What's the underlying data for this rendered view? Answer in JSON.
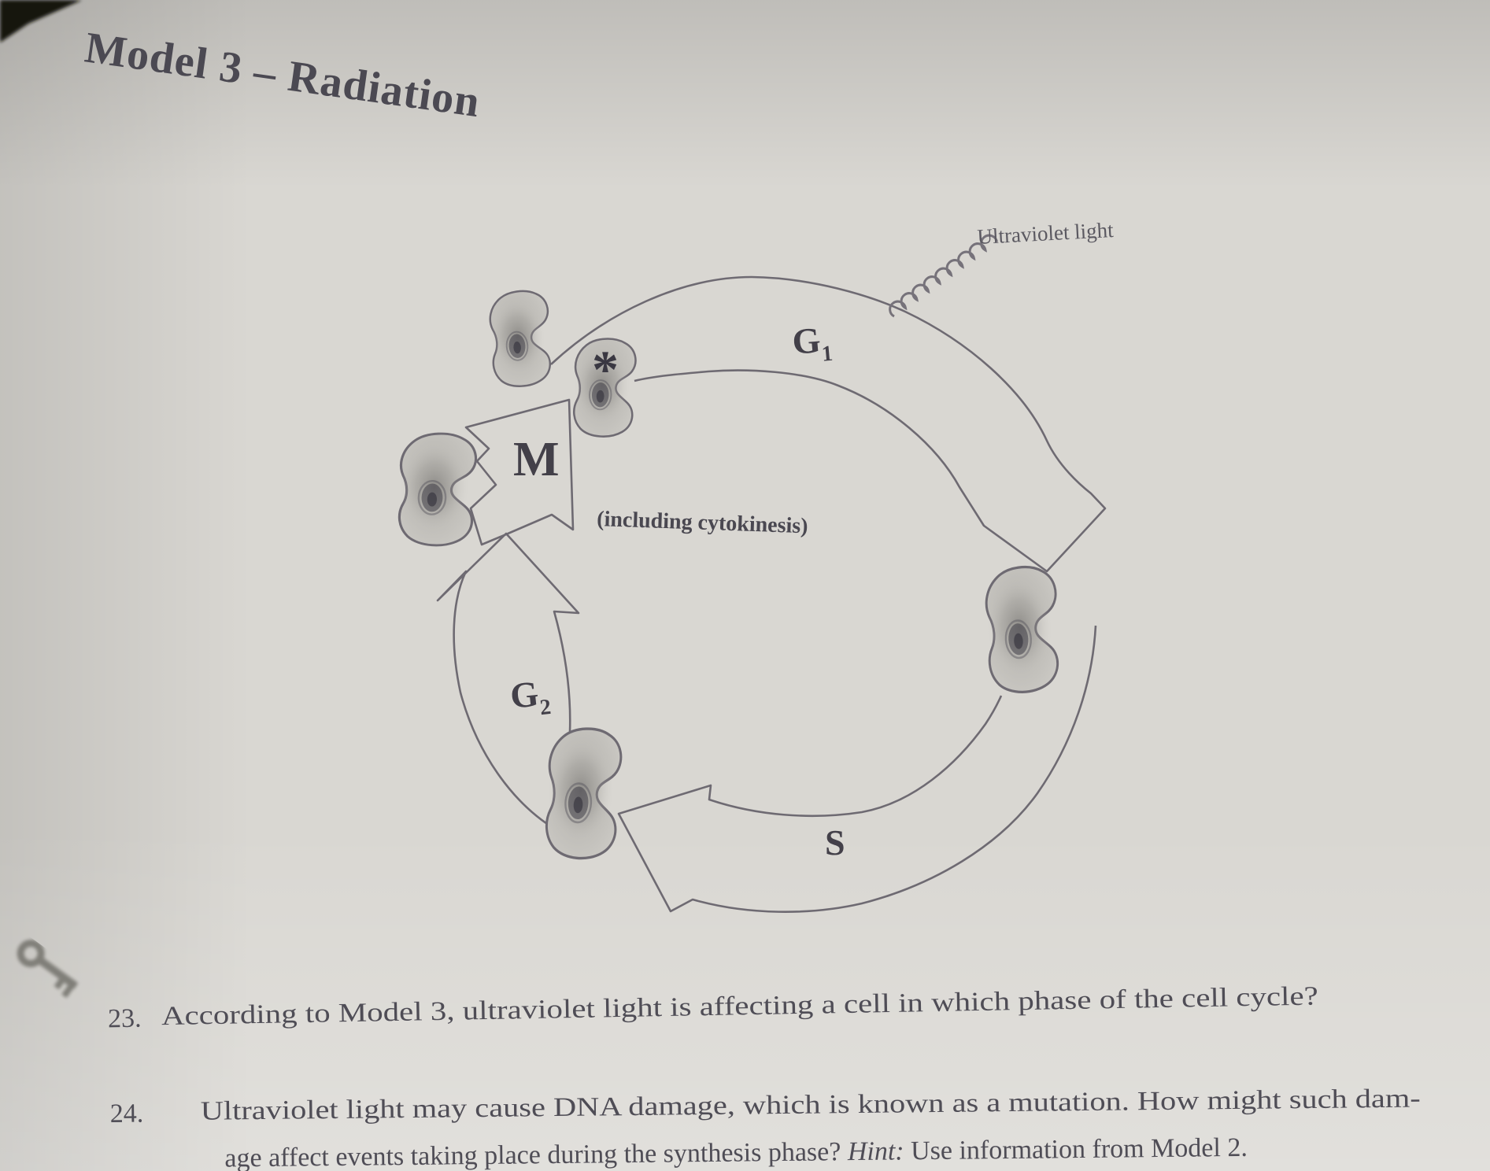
{
  "page": {
    "title": "Model 3 – Radiation",
    "paper_color": "#d9d7d2",
    "ink_color": "#4f4d56",
    "line_color": "#6e6a72"
  },
  "diagram": {
    "uv_label": "Ultraviolet light",
    "phases": {
      "g1": {
        "letter": "G",
        "sub": "1"
      },
      "s": "S",
      "g2": {
        "letter": "G",
        "sub": "2"
      },
      "m": "M"
    },
    "m_note": "(including cytokinesis)",
    "asterisk": "*"
  },
  "questions": [
    {
      "number": "23.",
      "text": "According to Model 3, ultraviolet light is affecting a cell in which phase of the cell cycle?"
    },
    {
      "number": "24.",
      "line1": "Ultraviolet light may cause DNA damage, which is known as a mutation. How might such dam-",
      "line2_pre": "age affect events taking place during the synthesis phase? ",
      "line2_hint": "Hint:",
      "line2_post": " Use information from Model 2."
    }
  ]
}
